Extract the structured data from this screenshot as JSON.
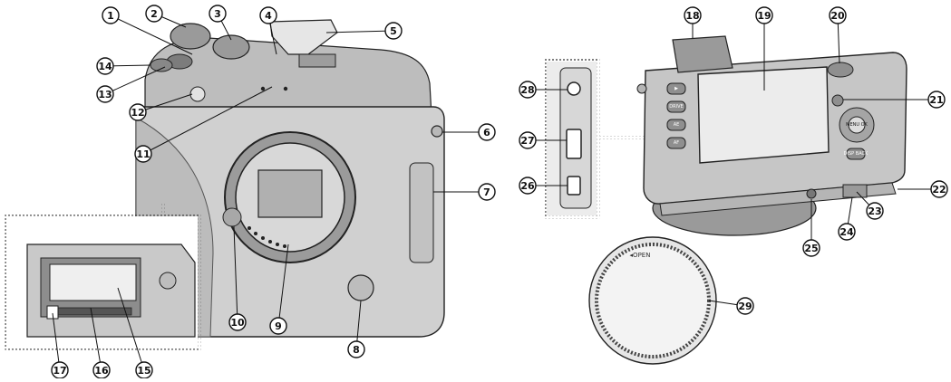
{
  "callouts": [
    {
      "num": "1"
    },
    {
      "num": "2"
    },
    {
      "num": "3"
    },
    {
      "num": "4"
    },
    {
      "num": "5"
    },
    {
      "num": "6"
    },
    {
      "num": "7"
    },
    {
      "num": "8"
    },
    {
      "num": "9"
    },
    {
      "num": "10"
    },
    {
      "num": "11"
    },
    {
      "num": "12"
    },
    {
      "num": "13"
    },
    {
      "num": "14"
    },
    {
      "num": "15"
    },
    {
      "num": "16"
    },
    {
      "num": "17"
    },
    {
      "num": "18"
    },
    {
      "num": "19"
    },
    {
      "num": "20"
    },
    {
      "num": "21"
    },
    {
      "num": "22"
    },
    {
      "num": "23"
    },
    {
      "num": "24"
    },
    {
      "num": "25"
    },
    {
      "num": "26"
    },
    {
      "num": "27"
    },
    {
      "num": "28"
    },
    {
      "num": "29"
    }
  ],
  "rear_buttons": {
    "play": "▶",
    "drive": "DRIVE",
    "ae": "AE",
    "af": "AF",
    "menu": "MENU OK",
    "disp_back": "DISP BACK"
  },
  "body_cap_label": "◂OPEN",
  "colors": {
    "body": "#d0d0d0",
    "dark": "#8a8a8a",
    "line": "#222222",
    "screen": "#e8e8e8"
  }
}
